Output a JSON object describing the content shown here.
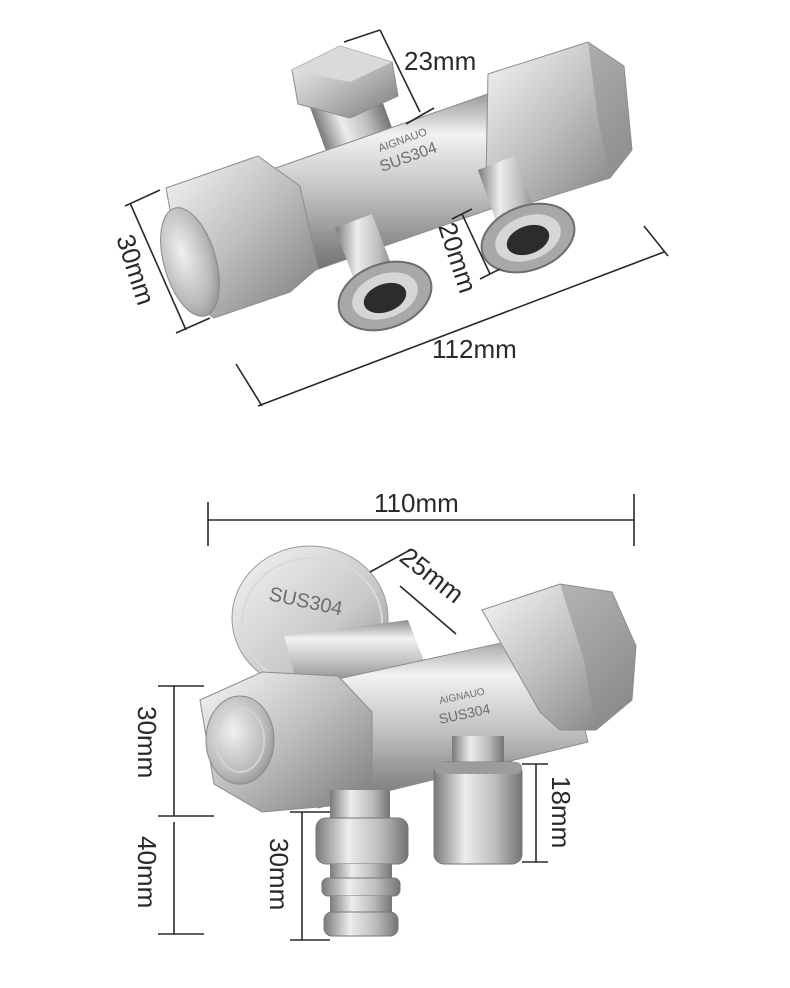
{
  "top_view": {
    "dimensions": {
      "outlet_nut": "23mm",
      "body_diameter": "30mm",
      "outlet_spacing": "20mm",
      "total_length": "112mm"
    },
    "engraving": {
      "brand": "AIGNAUO",
      "material": "SUS304"
    }
  },
  "bottom_view": {
    "dimensions": {
      "total_width": "110mm",
      "flange_offset": "25mm",
      "body_height": "30mm",
      "spout_drop": "40mm",
      "hose_nozzle": "30mm",
      "outlet_length": "18mm"
    },
    "engraving": {
      "flange": "SUS304",
      "brand": "AIGNAUO",
      "material": "SUS304"
    }
  },
  "colors": {
    "steel_light": "#e9e9e9",
    "steel_mid": "#b7b7b7",
    "steel_dark": "#7c7c7c",
    "dimension_line": "#2a2a2a"
  }
}
